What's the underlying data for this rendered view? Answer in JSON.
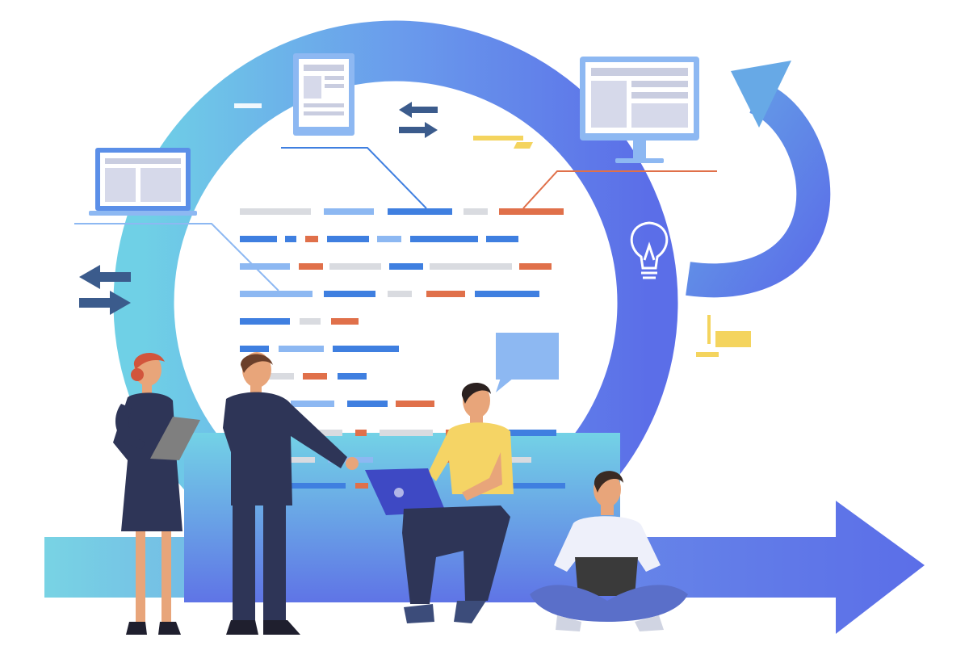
{
  "scene": {
    "kind": "agile-workflow-illustration",
    "people_count": 4,
    "devices": [
      "laptop",
      "document",
      "monitor",
      "tablet",
      "laptop",
      "laptop"
    ],
    "icons": [
      "lightbulb-icon",
      "chat-bubble-icon",
      "arrows-left-right-icon",
      "cycle-arrow-icon",
      "forward-arrow-icon"
    ]
  },
  "colors": {
    "blue_light": "#6fc3e6",
    "blue_mid": "#5d8fe8",
    "blue_deep": "#5b6ee8",
    "cyan": "#6dd3e3",
    "navy": "#2e3557",
    "code_blue": "#3f7fe0",
    "code_light": "#8db8f2",
    "code_gray": "#d9dbe0",
    "code_orange": "#e0704a",
    "yellow": "#f4d45e",
    "skin": "#e8a57a",
    "hair_dark": "#3a2a22",
    "hair_red": "#d2553c",
    "shirt_yellow": "#f5d465",
    "shirt_white": "#eef0fa",
    "jeans": "#5a6fc9"
  }
}
